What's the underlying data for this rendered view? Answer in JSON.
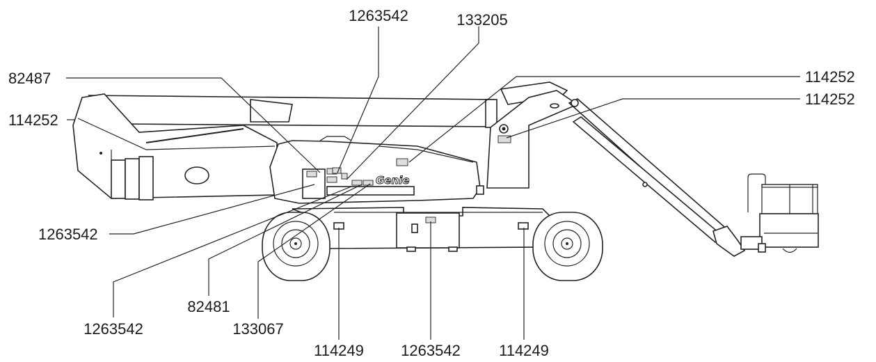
{
  "brand": {
    "logo_text": "Genie"
  },
  "callouts": [
    {
      "id": "c1",
      "part": "1263542"
    },
    {
      "id": "c2",
      "part": "133205"
    },
    {
      "id": "c3",
      "part": "82487"
    },
    {
      "id": "c4",
      "part": "114252"
    },
    {
      "id": "c5",
      "part": "114252"
    },
    {
      "id": "c6",
      "part": "114252"
    },
    {
      "id": "c7",
      "part": "1263542"
    },
    {
      "id": "c8",
      "part": "82481"
    },
    {
      "id": "c9",
      "part": "1263542"
    },
    {
      "id": "c10",
      "part": "133067"
    },
    {
      "id": "c11",
      "part": "114249"
    },
    {
      "id": "c12",
      "part": "1263542"
    },
    {
      "id": "c13",
      "part": "114249"
    }
  ]
}
